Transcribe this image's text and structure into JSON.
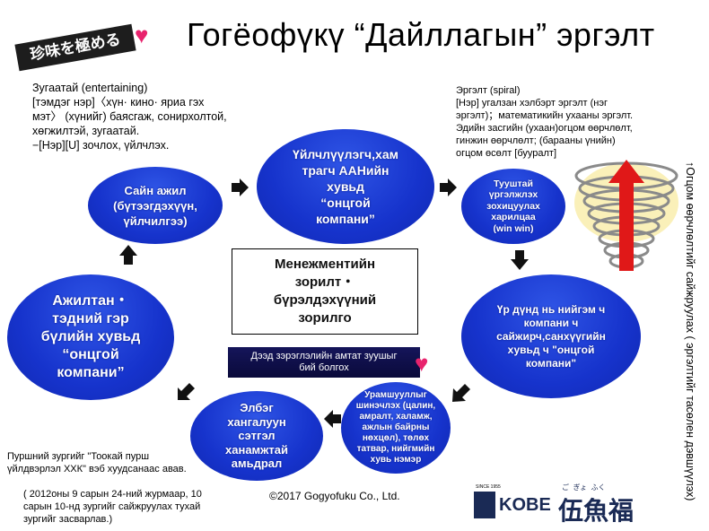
{
  "title": "Гогёофүкү “Дайллагын” эргэлт",
  "badge": {
    "text": "珍味を極める"
  },
  "definitions": {
    "entertaining": [
      "Зугаатай (entertaining)",
      "[тэмдэг нэр]〈хүн· кино· яриа гэх",
      "мэт〉 (хүнийг) баясгаж, сонирхолтой,",
      "хөгжилтэй, зугаатай.",
      "−[Нэр][U] зочлох, үйлчлэх."
    ],
    "spiral": [
      "Эргэлт (spiral)",
      "[Нэр] угалзан хэлбэрт эргэлт (нэг",
      "эргэлт)；математикийн ухааны эргэлт.",
      "Эдийн засгийн (ухаан)огцом өөрчлөлт,",
      "гинжин өөрчлөлт; (барааны үнийн)",
      "огцом өсөлт [бууралт]"
    ]
  },
  "nodes": {
    "good_work": "Сайн ажил\n(бүтээгдэхүүн,\nүйлчилгээ)",
    "customers": "Үйлчлүүлэгч,хам\nтрагч ААНийн\nхувьд\n“онцгой\nкомпани”",
    "winwin": "Тууштай\nүргэлжлэх\nзохицуулах\nхарилцаа\n(win win)",
    "society": "Үр дүнд нь нийгэм ч\nкомпани ч\nсайжирч,санхүүгийн\nхувьд ч \"онцгой\nкомпани\"",
    "salary": "Урамшууллыг\nшинэчлэх (цалин,\nамралт, халамж,\nажлын байрны\nнөхцөл), төлөх\nтатвар, нийгмийн\nхувь нэмэр",
    "life": "Элбэг\nхангалуун\nсэтгэл\nханамжтай\nамьдрал",
    "employees": "Ажилтан・\nтэдний гэр\nбүлийн хувьд\n“онцгой\nкомпани”"
  },
  "center": "Менежментийн\nзорилт・\nбүрэлдэхүүний\nзорилго",
  "dark_box": "Дээд зэрэглэлийн амтат зуушыг\nбий болгох",
  "vertical_note": "↑Огцом өөрчлөлтийг сайжруулах ( эргэлтийг тасөлен дэвшүүлэх)",
  "footer": {
    "source": "Пуршний зургийг \"Тоокай пурш\nүйлдвэрлэл ХХК\" вэб хуудсанаас авав.",
    "date_note": "( 2012оны 9 сарын 24-ний журмаар, 10\nсарын 10-нд зургийг сайжруулах тухай\nзургийг засварлав.)",
    "copyright": "©2017 Gogyofuku Co., Ltd."
  },
  "logo": {
    "since": "SINCE 1955",
    "kobe": "KOBE",
    "kanji": "伍魚福",
    "ruby": "ご  ぎょ  ふく"
  },
  "colors": {
    "blue": "#1633cc",
    "heart": "#e8236d",
    "arrow": "#111111",
    "spring": "#8a8a8a",
    "red_arrow": "#e01818"
  }
}
